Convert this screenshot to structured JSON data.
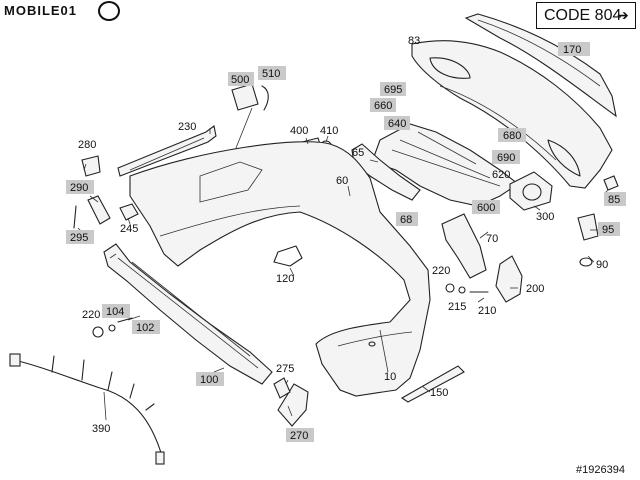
{
  "header": {
    "logo_text": "MOBILE01",
    "code_text": "CODE 804",
    "code_arrow_icon": "right-arrow-icon"
  },
  "footer": {
    "ref_text": "#1926394"
  },
  "labels": {
    "p10": "10",
    "p60": "60",
    "p65": "65",
    "p68": "68",
    "p70": "70",
    "p83": "83",
    "p85": "85",
    "p90": "90",
    "p95": "95",
    "p100": "100",
    "p102": "102",
    "p104": "104",
    "p120": "120",
    "p150": "150",
    "p170": "170",
    "p200": "200",
    "p210": "210",
    "p215": "215",
    "p220a": "220",
    "p220b": "220",
    "p230": "230",
    "p245": "245",
    "p270": "270",
    "p275": "275",
    "p280": "280",
    "p290": "290",
    "p295": "295",
    "p300": "300",
    "p390": "390",
    "p400": "400",
    "p410": "410",
    "p500": "500",
    "p510": "510",
    "p600": "600",
    "p620": "620",
    "p640": "640",
    "p660": "660",
    "p680": "680",
    "p690": "690",
    "p695": "695"
  }
}
